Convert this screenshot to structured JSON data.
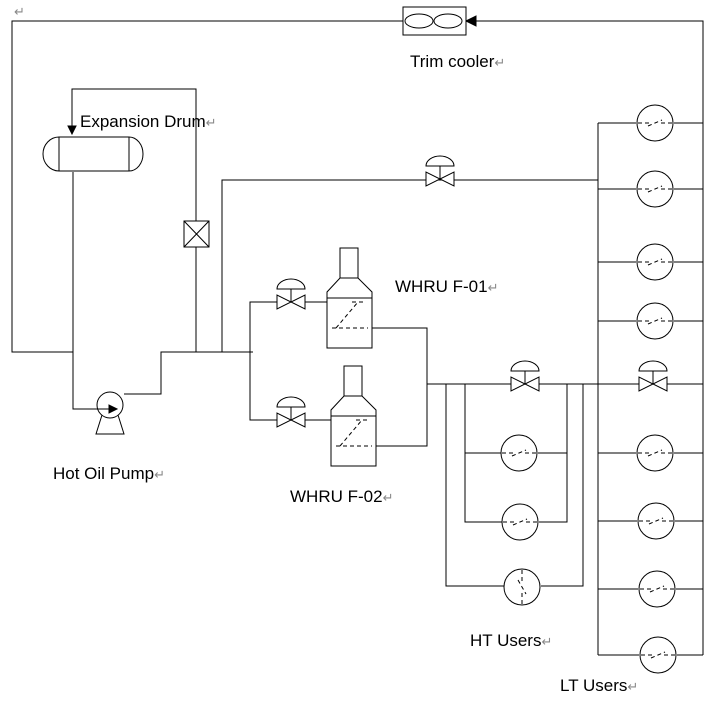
{
  "labels": {
    "trim_cooler": "Trim cooler",
    "expansion_drum": "Expansion Drum",
    "whru_f01": "WHRU F-01",
    "whru_f02": "WHRU F-02",
    "hot_oil_pump": "Hot Oil Pump",
    "ht_users": "HT Users",
    "lt_users": "LT Users",
    "return_mark": "↵"
  }
}
